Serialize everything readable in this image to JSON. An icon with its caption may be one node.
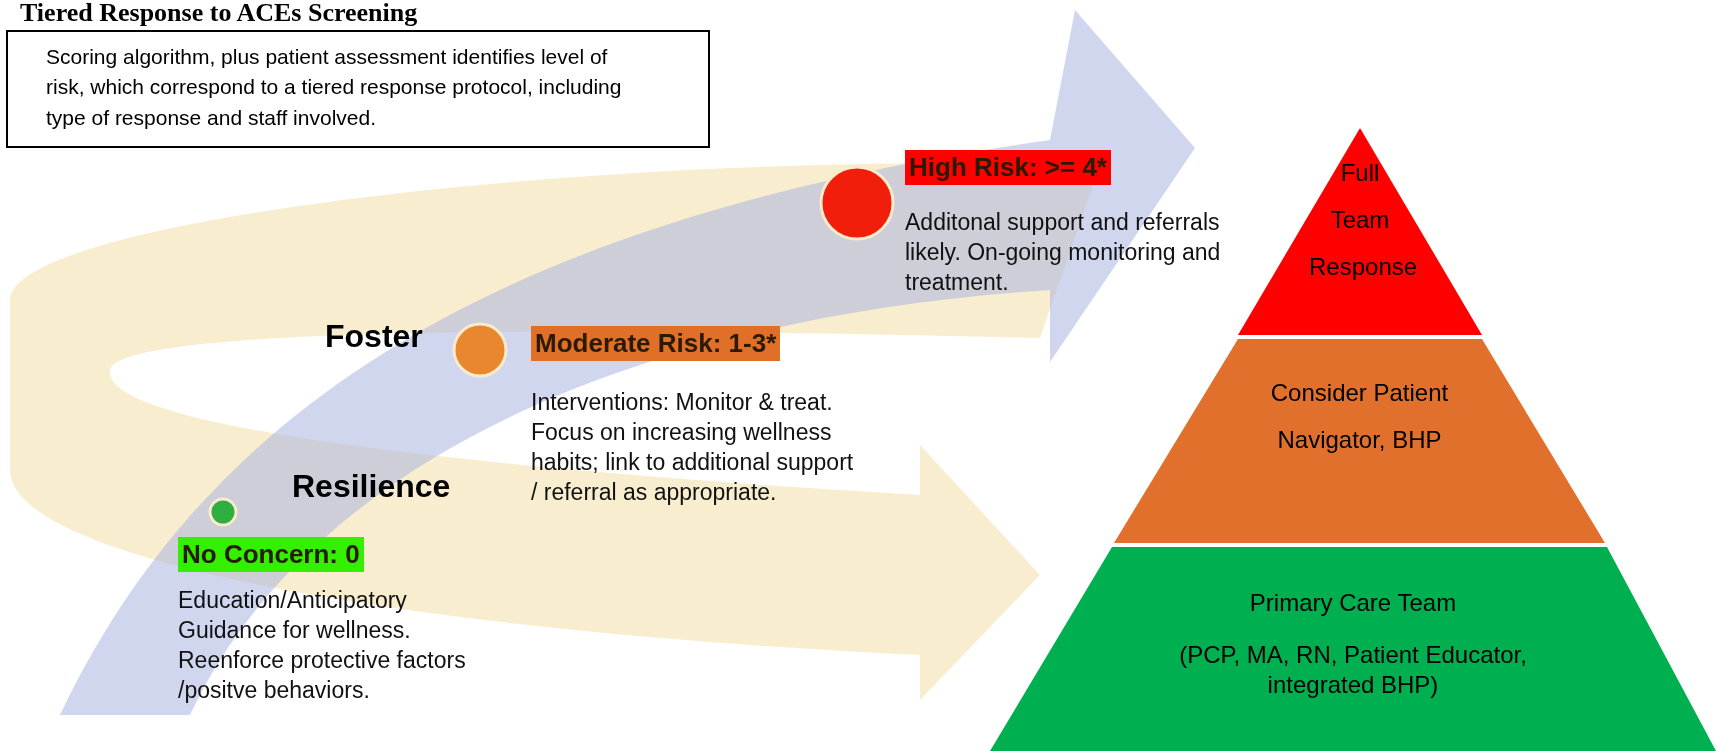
{
  "diagram": {
    "title": "Tiered Response to ACEs Screening",
    "nodes": [
      {
        "text": [
          "Scoring algorithm, plus patient assessment identifies level of risk, which correspond to a tiered response protocol, including type of response and staff involved."
        ]
      },
      {
        "text": [
          "High Risk: >= 4*"
        ]
      },
      {
        "text": [
          "Moderate Risk: 1-3*"
        ],
        "beside": [
          "Interventions: Monitor & treat. Focus on increasing wellness habits; link to additional support / referral as appropriate."
        ]
      },
      {
        "text": [
          "No Concern: 0"
        ],
        "beside": [
          "Education/Anticipatory Guidance for wellness. Reenforce protective factors /positve behaviors."
        ]
      },
      {
        "text": [
          "Full Team Response"
        ]
      },
      {
        "text": [
          "Consider Patient Navigator, BHP"
        ]
      },
      {
        "text": [
          "Primary Care Team",
          "(PCP, MA, RN, Patient Educator, integrated BHP)"
        ]
      },
      {
        "text": [],
        "shape": "circle"
      },
      {
        "text": [],
        "shape": "circle"
      },
      {
        "text": [],
        "shape": "circle"
      }
    ],
    "labels": [
      "Additonal support and referrals likely. On-going monitoring and treatment.",
      "Foster",
      "Resilience"
    ]
  }
}
